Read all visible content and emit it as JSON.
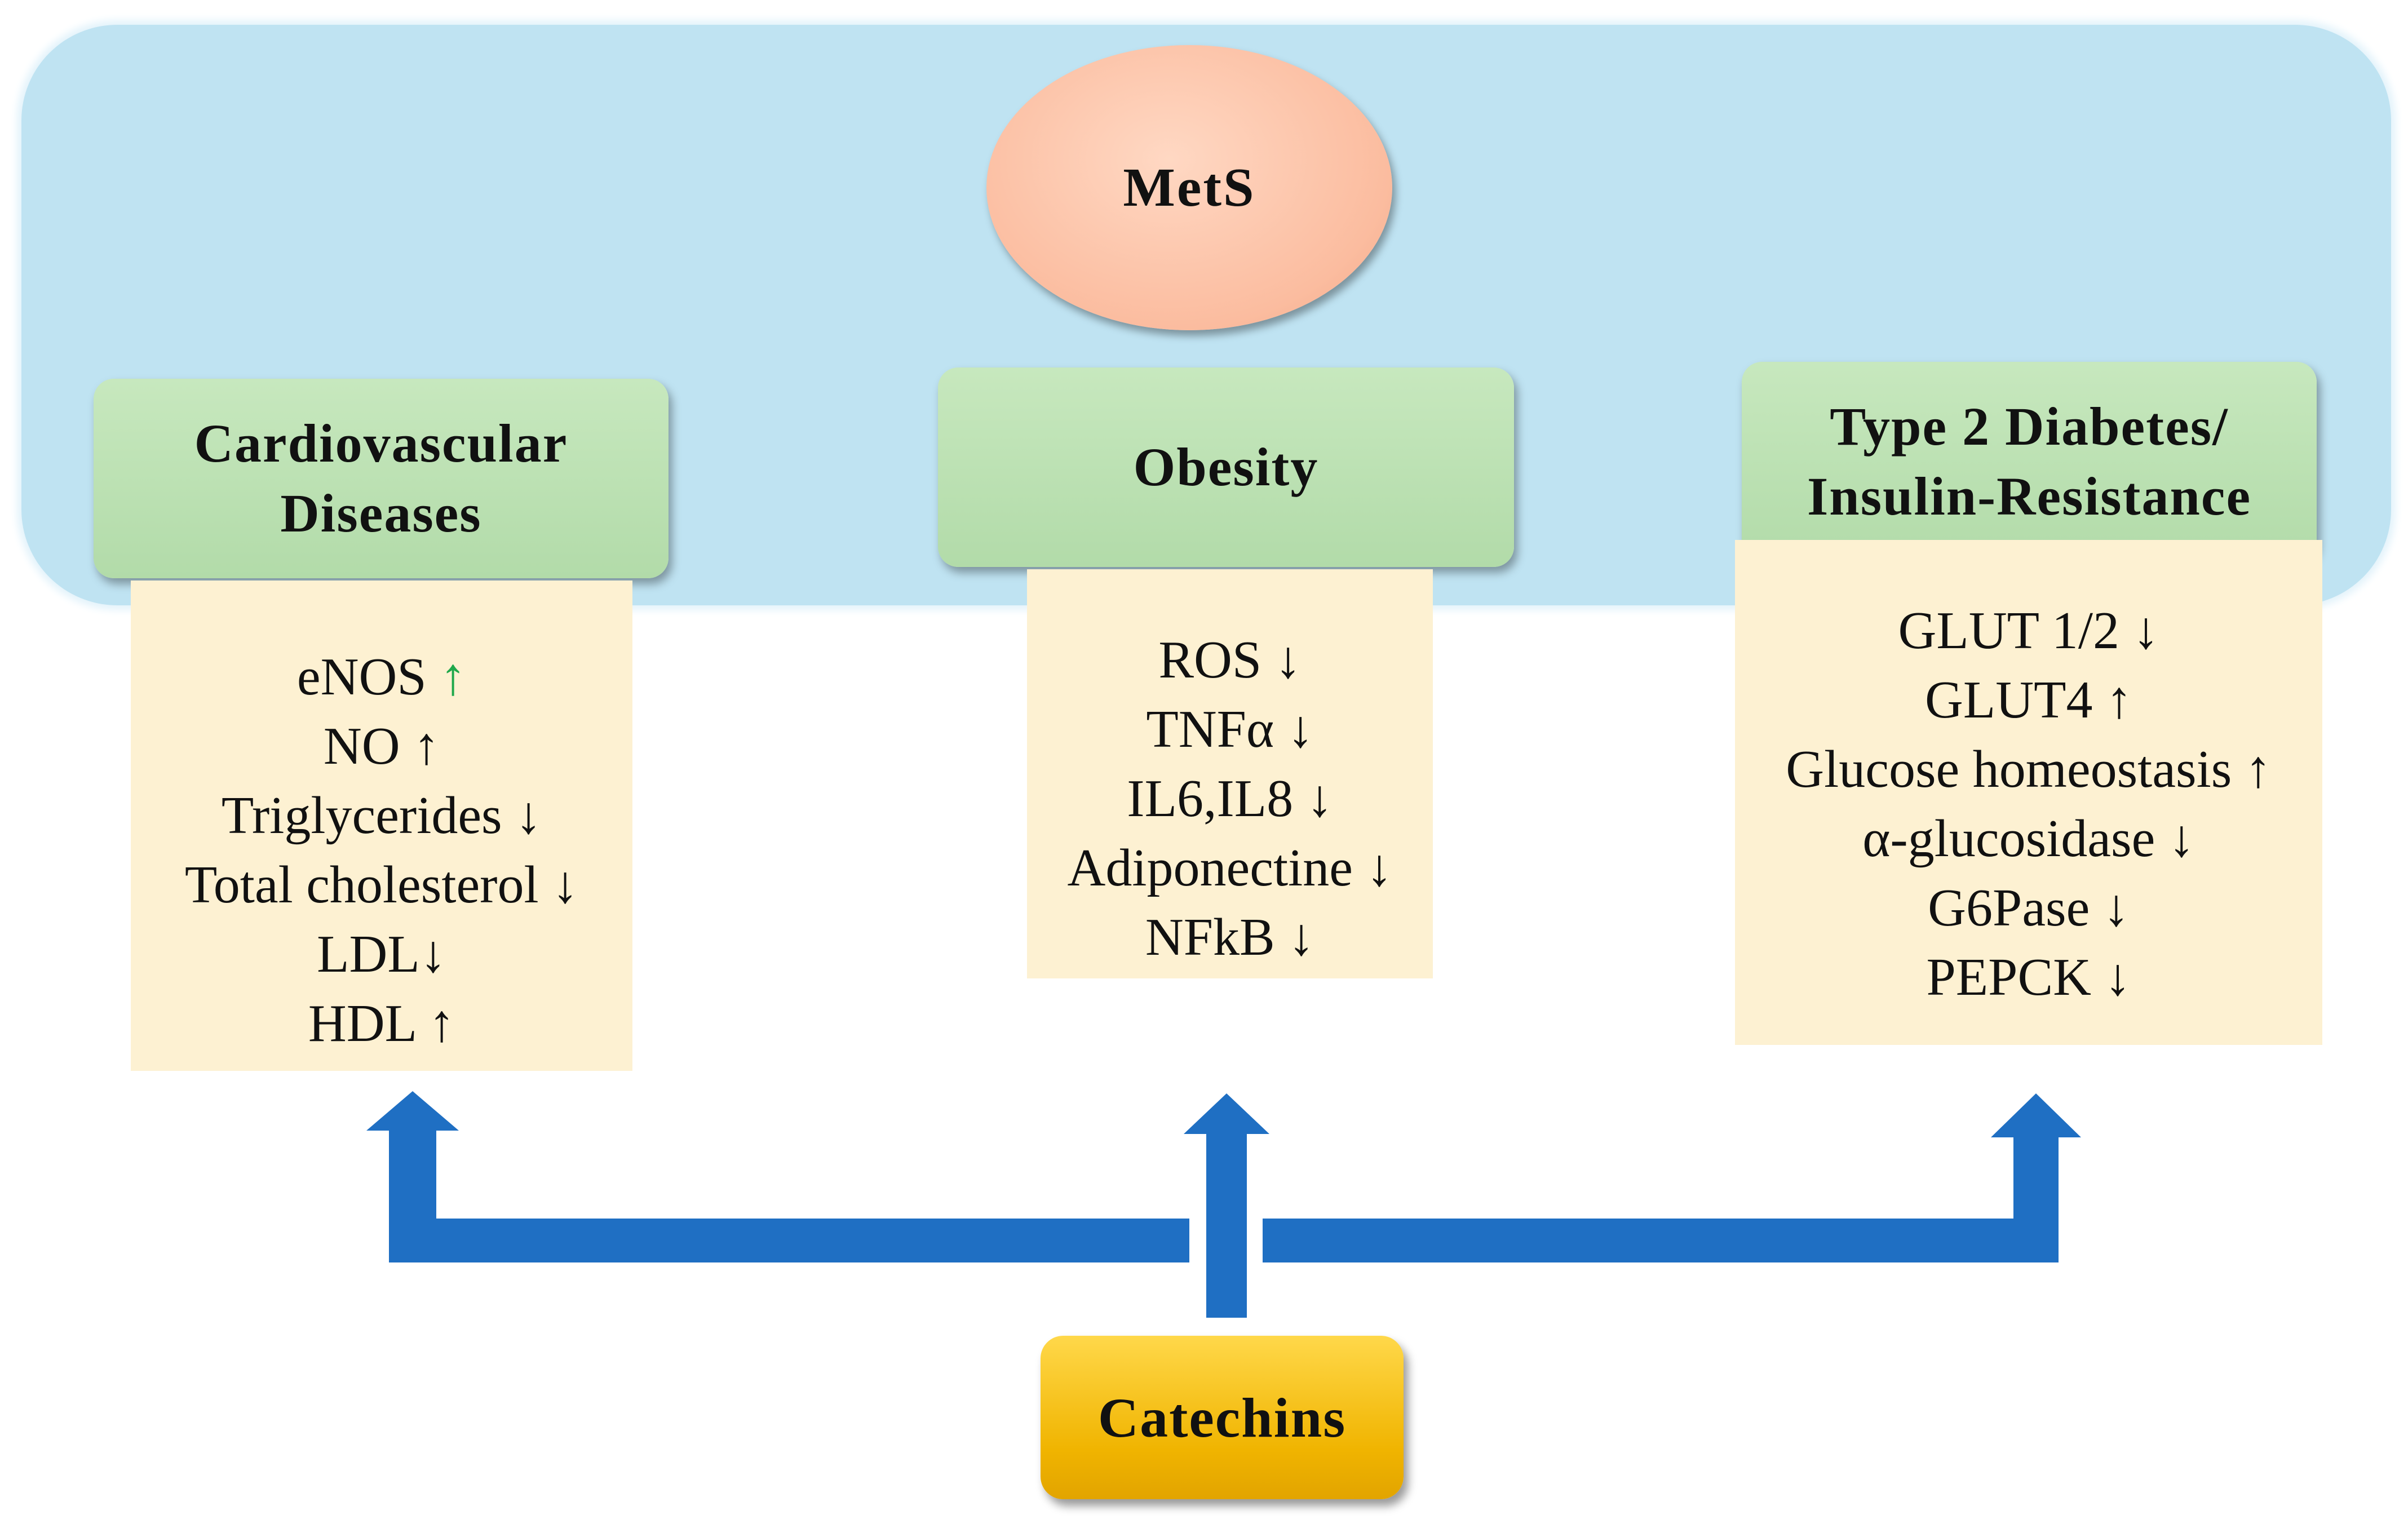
{
  "center": {
    "label": "MetS"
  },
  "columns": [
    {
      "title": "Cardiovascular Diseases",
      "title_lines": [
        "Cardiovascular",
        "Diseases"
      ],
      "items": [
        "eNOS",
        "NO ↑",
        "Triglycerides ↓",
        "Total cholesterol ↓",
        "LDL↓",
        "HDL ↑"
      ],
      "first_item_arrow": "↑"
    },
    {
      "title": "Obesity",
      "title_lines": [
        "Obesity"
      ],
      "items": [
        "ROS ↓",
        "TNFα ↓",
        "IL6,IL8 ↓",
        "Adiponectine ↓",
        "NFkB ↓"
      ]
    },
    {
      "title": "Type 2 Diabetes/ Insulin-Resistance",
      "title_lines": [
        "Type 2 Diabetes/",
        "Insulin-Resistance"
      ],
      "items": [
        "GLUT 1/2 ↓",
        "GLUT4 ↑",
        "Glucose homeostasis ↑",
        "α-glucosidase ↓",
        "G6Pase ↓",
        "PEPCK ↓"
      ]
    }
  ],
  "source": {
    "label": "Catechins"
  },
  "colors": {
    "panel": "#bfe3f2",
    "arrow": "#1f6fc3",
    "header": "#b2dba9",
    "list": "#fdf1d2",
    "source": "#f0b400",
    "center": "#fbbc9f",
    "up_green": "#1fa84b"
  }
}
